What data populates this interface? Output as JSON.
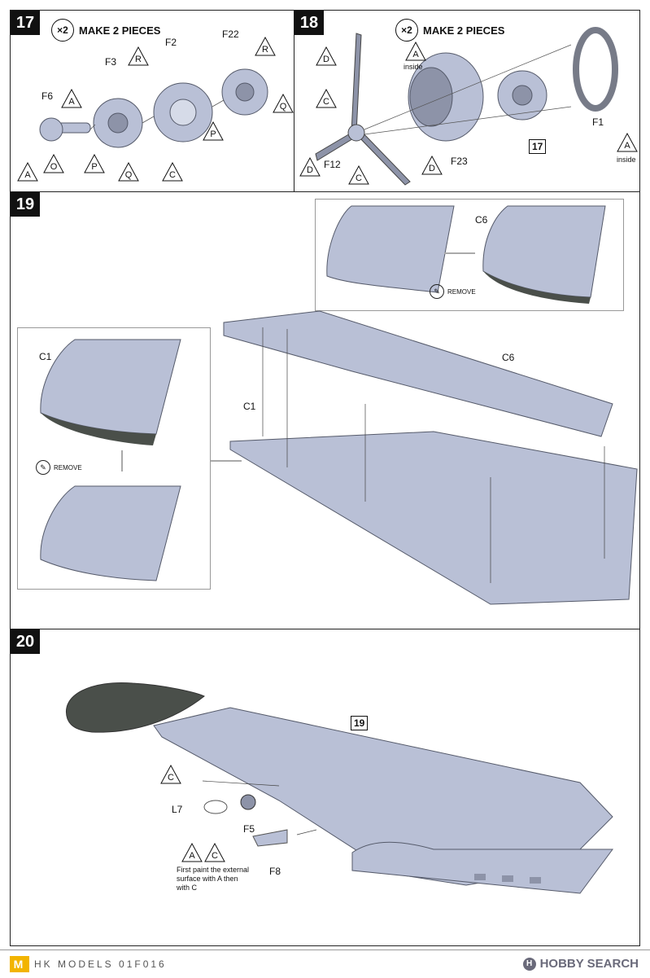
{
  "steps": {
    "s17": {
      "number": "17",
      "multiplier": "×2",
      "make_label": "MAKE 2 PIECES",
      "parts": {
        "f6": "F6",
        "f3": "F3",
        "f2": "F2",
        "f22": "F22"
      },
      "colors": {
        "a1": "A",
        "a2": "A",
        "o": "O",
        "r1": "R",
        "r2": "R",
        "p1": "P",
        "p2": "P",
        "q1": "Q",
        "q2": "Q",
        "c": "C"
      }
    },
    "s18": {
      "number": "18",
      "multiplier": "×2",
      "make_label": "MAKE 2 PIECES",
      "parts": {
        "f12": "F12",
        "f23": "F23",
        "f1": "F1"
      },
      "ref": "17",
      "colors": {
        "d1": "D",
        "d2": "D",
        "d3": "D",
        "c1": "C",
        "c2": "C",
        "a1": "A",
        "a2": "A"
      },
      "inside1": "inside",
      "inside2": "inside"
    },
    "s19": {
      "number": "19",
      "parts": {
        "c6_top": "C6",
        "c6_main": "C6",
        "c1_inset": "C1",
        "c1_main": "C1"
      },
      "remove1": "REMOVE",
      "remove2": "REMOVE"
    },
    "s20": {
      "number": "20",
      "ref": "19",
      "parts": {
        "l7": "L7",
        "f5": "F5",
        "f8": "F8"
      },
      "colors": {
        "c1": "C",
        "a": "A",
        "c2": "C"
      },
      "note": "First paint the external surface with A then with C"
    }
  },
  "footer": {
    "logo": "M",
    "brand": "HK MODELS 01F016",
    "watermark": "HOBBY SEARCH",
    "wm_icon": "H"
  },
  "palette": {
    "part": "#b9c0d6",
    "part_dark": "#8d93a8",
    "edge": "#555a6a",
    "removed": "#4a4f4a"
  }
}
